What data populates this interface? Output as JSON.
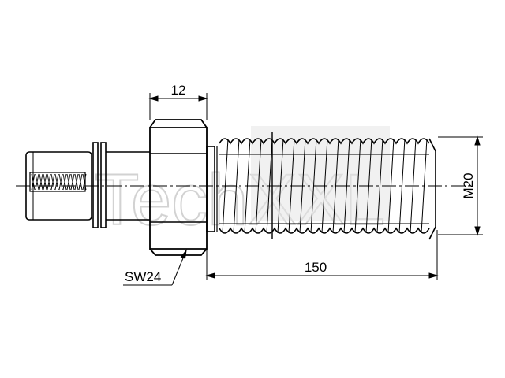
{
  "dimensions": {
    "hex_width": "12",
    "wrench_size": "SW24",
    "length": "150",
    "thread": "M20"
  },
  "watermark": "TechXXL",
  "colors": {
    "line": "#000000",
    "watermark": "#d2d2d2"
  }
}
